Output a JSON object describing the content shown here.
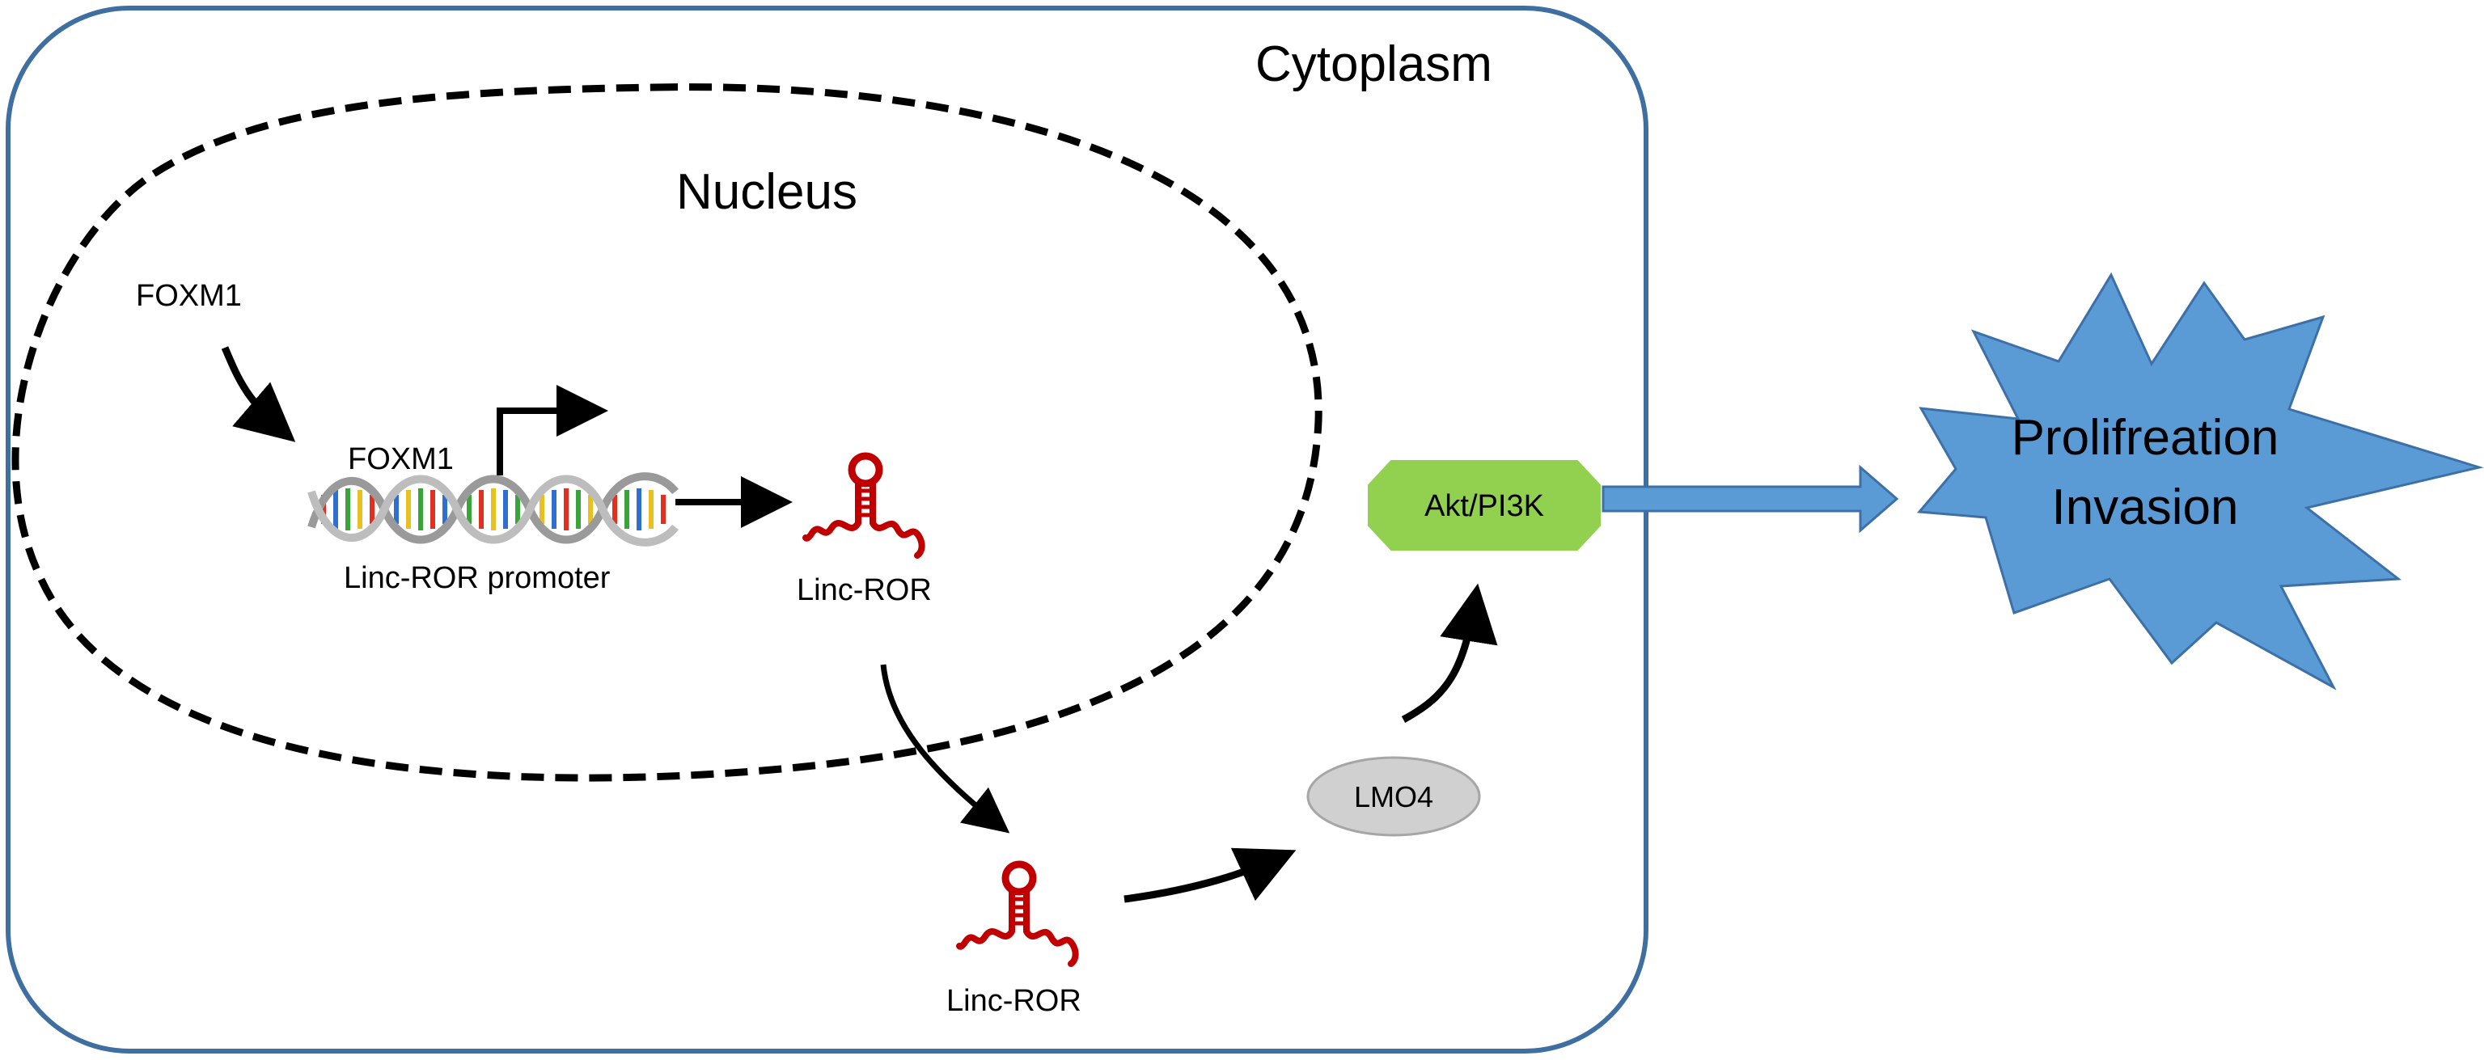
{
  "labels": {
    "cytoplasm": "Cytoplasm",
    "nucleus": "Nucleus",
    "foxm1_top": "FOXM1",
    "foxm1_bound": "FOXM1",
    "promoter": "Linc-ROR promoter",
    "linc_ror_nucleus": "Linc-ROR",
    "linc_ror_cytoplasm": "Linc-ROR",
    "lmo4": "LMO4",
    "akt": "Akt/PI3K",
    "outcome_line1": "Prolifreation",
    "outcome_line2": "Invasion"
  },
  "colors": {
    "cell_border": "#3e6fa0",
    "nucleus_border": "#000000",
    "rna": "#c00000",
    "akt_fill": "#92d050",
    "lmo4_fill": "#d0d0d0",
    "lmo4_stroke": "#a6a6a6",
    "burst_fill": "#5b9bd5",
    "burst_stroke": "#3d70a6",
    "block_arrow_fill": "#5b9bd5",
    "dna_backbone": "#9a9a9a"
  },
  "icons": {
    "dna": "dna-double-helix-icon",
    "rna": "rna-stem-loop-icon"
  }
}
